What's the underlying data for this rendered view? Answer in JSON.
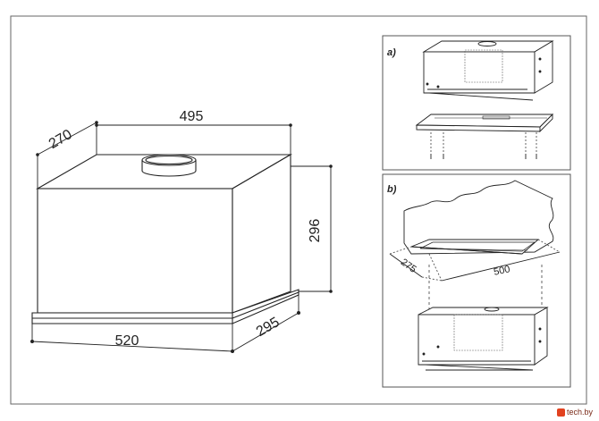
{
  "dimensions": {
    "depth_top": "270",
    "width_top": "495",
    "height": "296",
    "width_bottom": "520",
    "depth_bottom": "295"
  },
  "panels": {
    "a": {
      "label": "a)"
    },
    "b": {
      "label": "b)",
      "cutout_width": "500",
      "cutout_depth": "275"
    }
  },
  "watermark": {
    "text": "tech.by"
  },
  "colors": {
    "line": "#222222",
    "dash": "#555555",
    "watermark": "#e2421f"
  }
}
